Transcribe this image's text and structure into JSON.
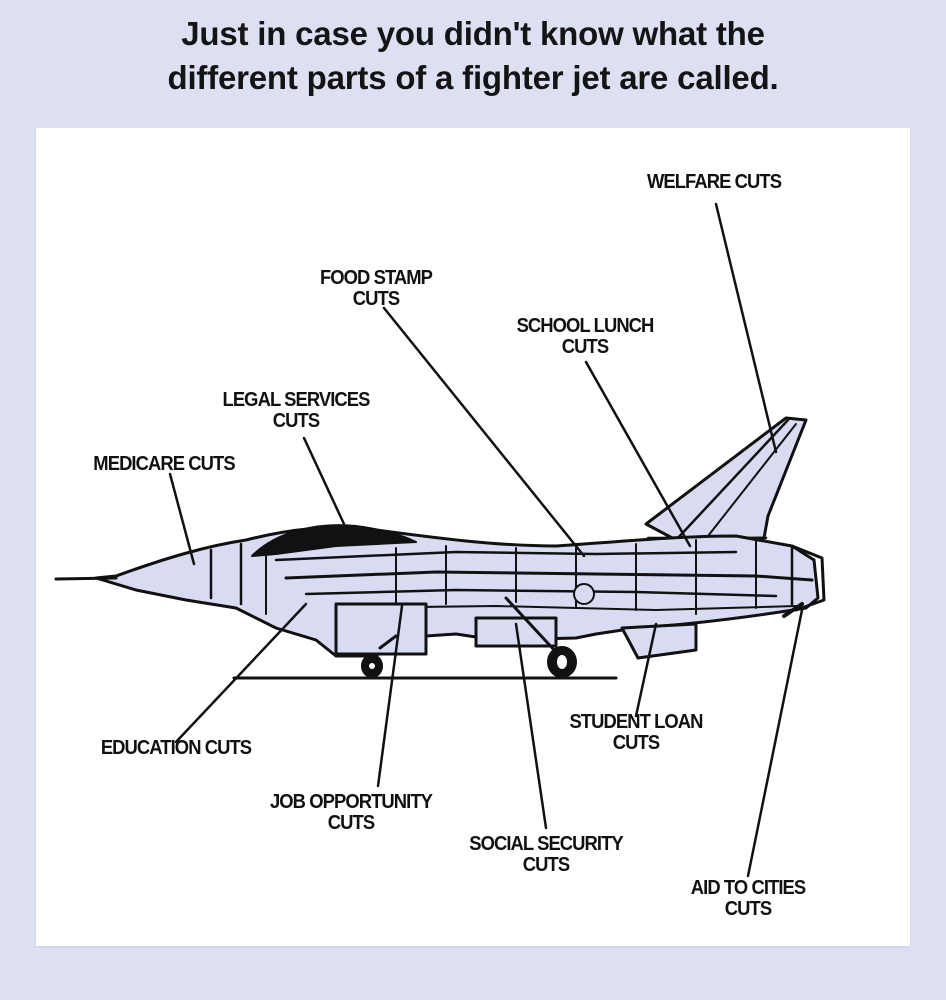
{
  "title": {
    "line1": "Just in case you didn't know what the",
    "line2": "different parts of a fighter jet are called."
  },
  "colors": {
    "background": "#dde0f3",
    "panel": "#ffffff",
    "jet_fill": "#d9dbf2",
    "ink": "#111111"
  },
  "diagram": {
    "subject": "fighter jet side view",
    "labels": {
      "welfare": {
        "line1": "WELFARE CUTS",
        "line2": ""
      },
      "food_stamp": {
        "line1": "FOOD STAMP",
        "line2": "CUTS"
      },
      "school_lunch": {
        "line1": "SCHOOL LUNCH",
        "line2": "CUTS"
      },
      "legal_services": {
        "line1": "LEGAL SERVICES",
        "line2": "CUTS"
      },
      "medicare": {
        "line1": "MEDICARE CUTS",
        "line2": ""
      },
      "education": {
        "line1": "EDUCATION CUTS",
        "line2": ""
      },
      "student_loan": {
        "line1": "STUDENT LOAN",
        "line2": "CUTS"
      },
      "job_opportunity": {
        "line1": "JOB OPPORTUNITY",
        "line2": "CUTS"
      },
      "social_security": {
        "line1": "SOCIAL SECURITY",
        "line2": "CUTS"
      },
      "aid_to_cities": {
        "line1": "AID TO CITIES",
        "line2": "CUTS"
      }
    }
  }
}
